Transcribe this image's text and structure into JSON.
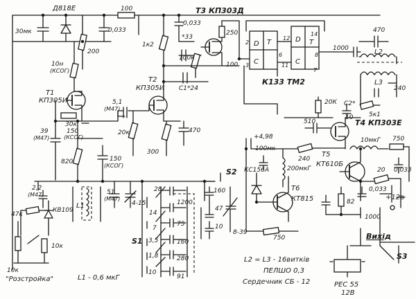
{
  "labels": {
    "d818e": "Д818Е",
    "r100_top": "100",
    "c30mk": "30мк",
    "c0033_a": "0,033",
    "r200": "200",
    "r1k2": "1к2",
    "c0033_top": "0,033",
    "t3": "Т3 КП303Д",
    "c33": "*33",
    "r250": "250",
    "r100k": "100к",
    "r100_b": "100",
    "c1_24": "С1*24",
    "ic": "К133 ТМ2",
    "c470_top": "470",
    "c1000": "1000",
    "l2": "L2",
    "l3": "L3",
    "c240_a": "240",
    "r10n": "10н",
    "ksog1": "(КСОГ)",
    "t1_a": "Т1",
    "t1_b": "КП305И",
    "t2_a": "Т2",
    "t2_b": "КП305И",
    "c51": "5,1",
    "m47_a": "(М47)",
    "r30k": "30к",
    "c150_a": "150",
    "ksog2": "(КСОГ)",
    "c39": "39",
    "m47_b": "(М47)",
    "r20k_a": "20к",
    "r300": "300",
    "c470_b": "470",
    "r820": "820",
    "c150_b": "150",
    "ksog3": "(КСОГ)",
    "r20k_b": "20К",
    "c2": "С2*",
    "c10": "10",
    "r5k1": "5к1",
    "t4": "Т4 КП303Е",
    "v498": "+4,98",
    "c510": "510",
    "c100mk": "100мк",
    "c240_b": "240",
    "r10mkg": "10мкГ",
    "r750_a": "750",
    "t5_a": "Т5",
    "t5_b": "КТ610Б",
    "c0033_c": "0,033",
    "kc156": "КС156А",
    "c200mkg": "200мкГ",
    "r20": "20",
    "c0033_d": "0,033",
    "t6_a": "Т6",
    "t6_b": "КТ815",
    "r82": "82",
    "p12v": "+12в",
    "c1000_b": "1000",
    "c22": "2,2",
    "m47_c": "(М47)",
    "r47k": "47к",
    "kv109": "КВ109",
    "l1": "L1",
    "c51_b": "51",
    "m47_d": "(М47)",
    "c415": "4-15",
    "s1": "S1",
    "c28": "28",
    "c1200": "1200",
    "c14": "14",
    "c75": "75",
    "c7": "7",
    "c160_a": "160",
    "c35": "3,5",
    "c18": "1,8",
    "c280": "280",
    "c10b": "10",
    "c91": "91",
    "s2": "S2",
    "c839": "8-39",
    "c160_b": "160",
    "c47": "47",
    "c10c": "10",
    "r750_b": "750",
    "vyhid": "Вихід",
    "s3": "S3",
    "r10k_a": "10к",
    "r10k_b": "10к",
    "rozstr": "\"Розстройка\"",
    "l1_val": "L1 - 0,6 мкГ",
    "note1": "L2 = L3 - 16витків",
    "note2": "ПЕЛШО 0,3",
    "note3": "Сердечник СБ - 12",
    "relay": "РЕС 55",
    "relay_v": "12В",
    "ic_pins": [
      "2",
      "D",
      "T",
      "6",
      "3",
      "С",
      "12",
      "D",
      "14",
      "T",
      "8",
      "11",
      "С",
      "7"
    ]
  }
}
